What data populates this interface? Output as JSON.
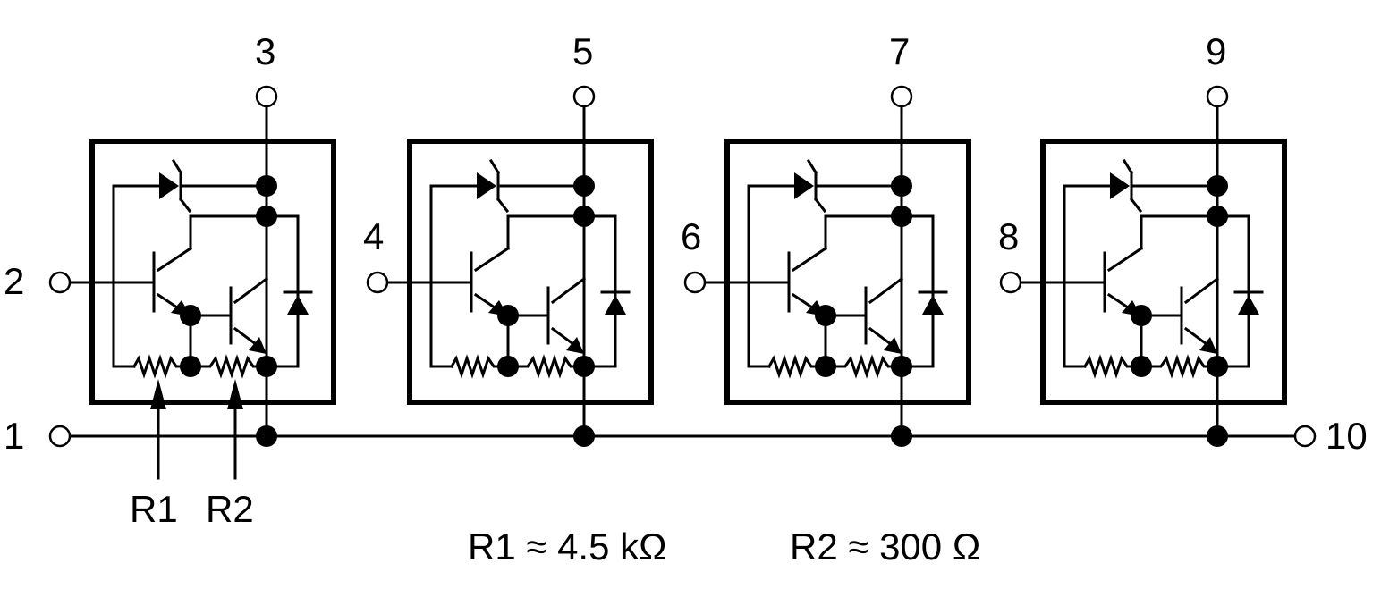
{
  "diagram": {
    "modules": [
      {
        "input_pin": "2",
        "output_pin": "3"
      },
      {
        "input_pin": "4",
        "output_pin": "5"
      },
      {
        "input_pin": "6",
        "output_pin": "7"
      },
      {
        "input_pin": "8",
        "output_pin": "9"
      }
    ],
    "common_pins": {
      "left": "1",
      "right": "10"
    },
    "resistor_labels": {
      "r1": "R1",
      "r2": "R2"
    },
    "values": {
      "r1": "R1 ≈ 4.5 kΩ",
      "r2": "R2 ≈ 300 Ω"
    }
  }
}
